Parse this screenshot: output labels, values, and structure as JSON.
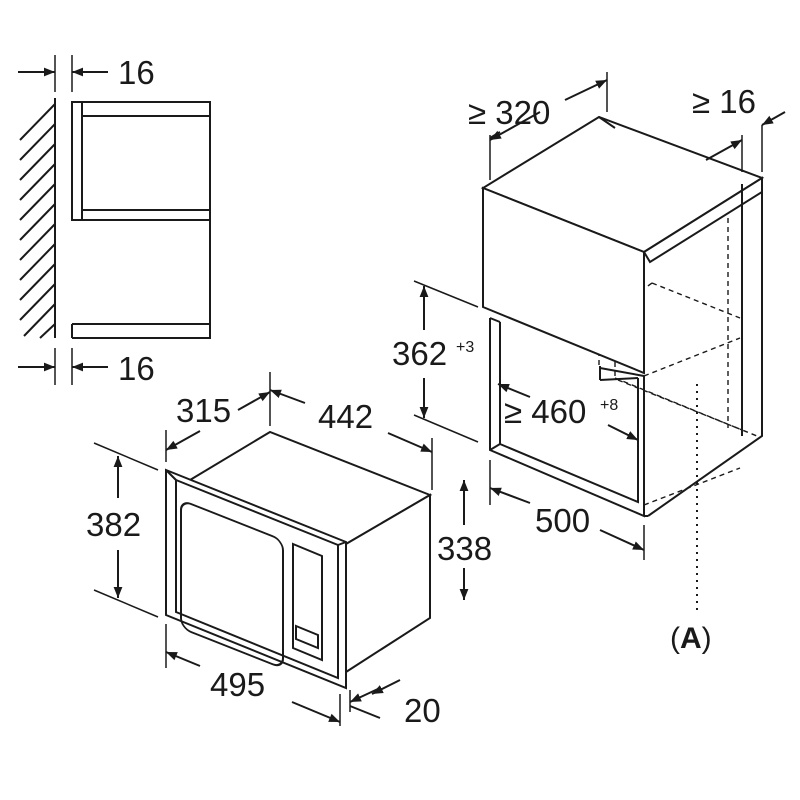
{
  "dimensions": {
    "side_gap_top": "16",
    "side_gap_bottom": "16",
    "cab_width": "≥ 320",
    "cab_side": "≥ 16",
    "niche_height": "362",
    "niche_height_tol": "+3",
    "niche_depth_min": "≥ 460",
    "niche_depth_tol": "+8",
    "cab_depth": "500",
    "mw_depth": "315",
    "mw_body_width": "442",
    "mw_front_height": "382",
    "mw_body_height": "338",
    "mw_front_width": "495",
    "mw_frame_depth": "20"
  },
  "labels": {
    "ref_open": "(",
    "ref_letter": "A",
    "ref_close": ")"
  }
}
